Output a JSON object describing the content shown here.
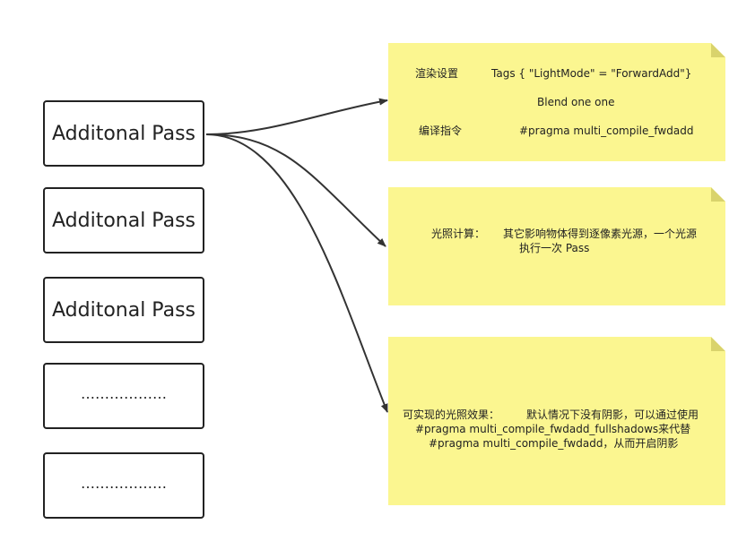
{
  "passes": [
    {
      "label": "Additonal Pass"
    },
    {
      "label": "Additonal Pass"
    },
    {
      "label": "Additonal Pass"
    },
    {
      "label": "………………"
    },
    {
      "label": "………………"
    }
  ],
  "note1": {
    "render_label": "渲染设置",
    "tags": "Tags { \"LightMode\" = \"ForwardAdd\"}",
    "blend": "Blend one one",
    "compile_label": "编译指令",
    "pragma": "#pragma multi_compile_fwdadd"
  },
  "note2": {
    "label": "光照计算：",
    "line1": "其它影响物体得到逐像素光源，一个光源",
    "line2": "执行一次 Pass"
  },
  "note3": {
    "label": "可实现的光照效果：",
    "line1": "默认情况下没有阴影，可以通过使用",
    "line2": "#pragma multi_compile_fwdadd_fullshadows来代替",
    "line3": "#pragma multi_compile_fwdadd，从而开启阴影"
  },
  "colors": {
    "note_fill": "#fbf690",
    "note_fold": "#d9d36c",
    "stroke": "#222222"
  }
}
